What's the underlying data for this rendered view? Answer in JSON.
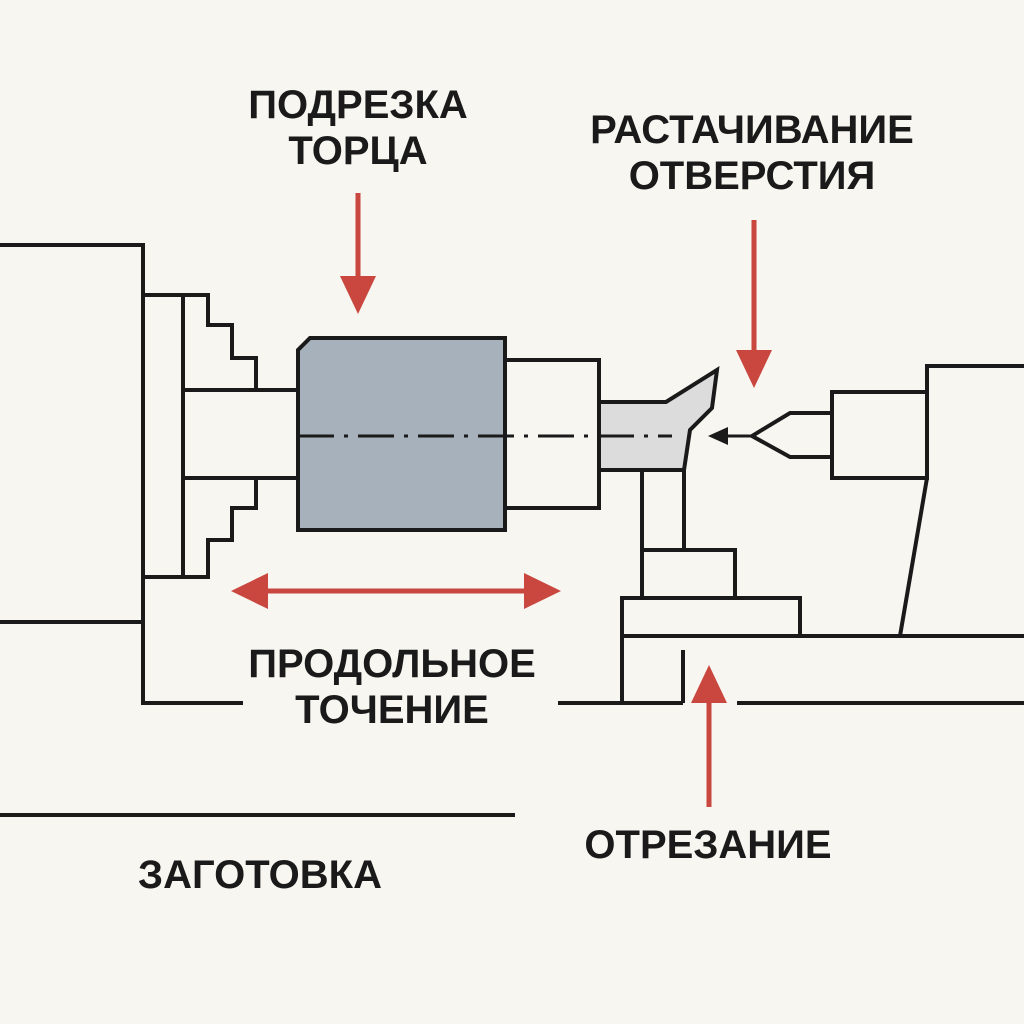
{
  "labels": {
    "facing": [
      "ПОДРЕЗКА",
      "ТОРЦА"
    ],
    "boring": [
      "РАСТАЧИВАНИЕ",
      "ОТВЕРСТИЯ"
    ],
    "turning": [
      "ПРОДОЛЬНОЕ",
      "ТОЧЕНИЕ"
    ],
    "parting": "ОТРЕЗАНИЕ",
    "workpiece": "ЗАГОТОВКА"
  },
  "colors": {
    "background": "#f7f6f1",
    "line": "#1a1a1a",
    "arrow": "#c9473f",
    "workpiece_fill": "#a6b1bb",
    "tool_fill": "#dcdcdc"
  }
}
